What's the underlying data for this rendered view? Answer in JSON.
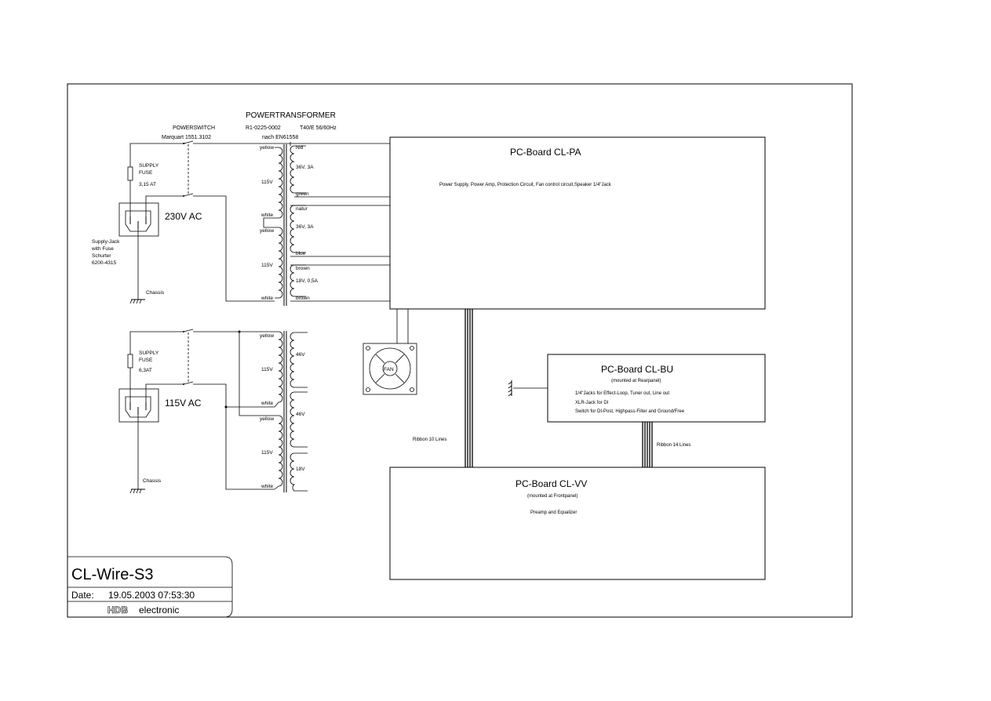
{
  "transformer": {
    "title": "POWERTRANSFORMER",
    "part_number": "R1-0225-0002",
    "rating": "T40/E 56/60Hz",
    "standard": "nach EN61558"
  },
  "power_switch": {
    "title": "POWERSWITCH",
    "part": "Marquart 1551.3102"
  },
  "supply_230": {
    "fuse_label_1": "SUPPLY",
    "fuse_label_2": "FUSE",
    "fuse_value": "3,15 AT",
    "voltage": "230V AC",
    "jack_lines": [
      "Supply-Jack",
      "with Fuse",
      "Schurter",
      "6200-4315"
    ],
    "chassis": "Chassis"
  },
  "supply_115": {
    "fuse_label_1": "SUPPLY",
    "fuse_label_2": "FUSE",
    "fuse_value": "6,3AT",
    "voltage": "115V AC",
    "chassis": "Chassis"
  },
  "windings_top": {
    "primary": [
      "yellow",
      "115V",
      "white",
      "yellow",
      "115V",
      "white"
    ],
    "secondary": [
      "red",
      "36V, 3A",
      "green",
      "natur",
      "36V, 3A",
      "blue",
      "brown",
      "18V, 0,5A",
      "brown"
    ]
  },
  "windings_bottom": {
    "primary": [
      "yellow",
      "115V",
      "white",
      "yellow",
      "115V",
      "white"
    ],
    "secondary": [
      "46V",
      "46V",
      "18V"
    ]
  },
  "board_pa": {
    "title": "PC-Board CL-PA",
    "description": "Power Supply, Power Amp, Protection Circuit, Fan control circuit,Speaker 1/4\"Jack"
  },
  "board_bu": {
    "title": "PC-Board CL-BU",
    "subtitle": "(mounted at Rearpanel)",
    "lines": [
      "1/4\"Jacks for Effect-Loop, Tuner out, Line out",
      "XLR-Jack for DI",
      "Switch for DI-Post, Highpass-Filter and Ground/Free"
    ]
  },
  "board_vv": {
    "title": "PC-Board CL-VV",
    "subtitle": "(mounted at Frontpanel)",
    "description": "Preamp and Equalizer"
  },
  "fan": {
    "label": "FAN"
  },
  "ribbons": {
    "left": "Ribbon 10 Lines",
    "right": "Ribbon 14 Lines"
  },
  "title_block": {
    "title": "CL-Wire-S3",
    "date_label": "Date:",
    "date_value": "19.05.2003 07:53:30",
    "logo": "HDB",
    "company": "electronic"
  }
}
